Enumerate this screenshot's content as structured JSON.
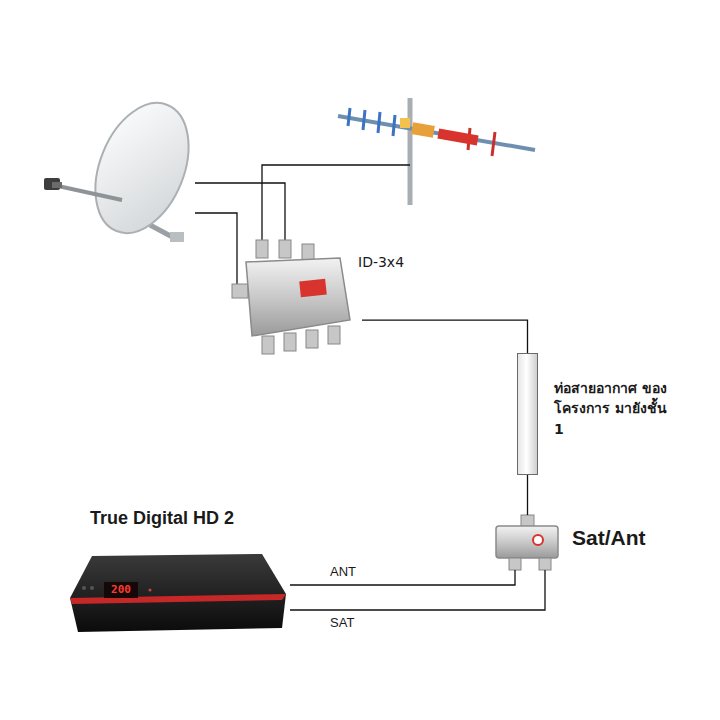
{
  "diagram": {
    "nodes": [
      {
        "text": [
          "ID-3x4"
        ]
      },
      {
        "text": [
          "ท่อสายอากาศ ของโครงการ มายังชั้น 1"
        ]
      },
      {
        "text": [
          "True Digital HD 2"
        ]
      },
      {
        "text": [
          "Sat/Ant"
        ]
      }
    ],
    "edges": [
      {
        "from": 0,
        "to": 1,
        "arrow": "none"
      },
      {
        "from": 1,
        "to": 3,
        "arrow": "none"
      },
      {
        "from": 3,
        "to": 2,
        "label": "ANT",
        "arrow": "none"
      },
      {
        "from": 3,
        "to": 2,
        "label": "SAT",
        "arrow": "none"
      }
    ],
    "labels": [
      "200"
    ]
  }
}
